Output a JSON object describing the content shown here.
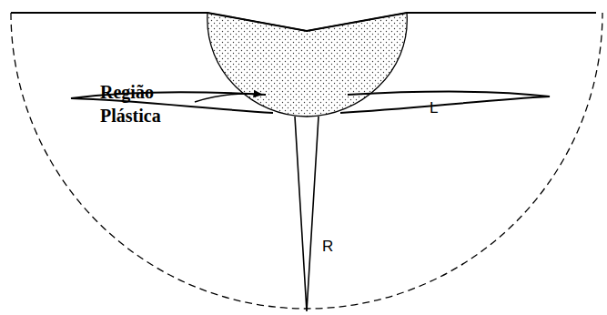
{
  "diagram": {
    "labels": [
      "Região Plástica",
      "L",
      "R"
    ]
  }
}
